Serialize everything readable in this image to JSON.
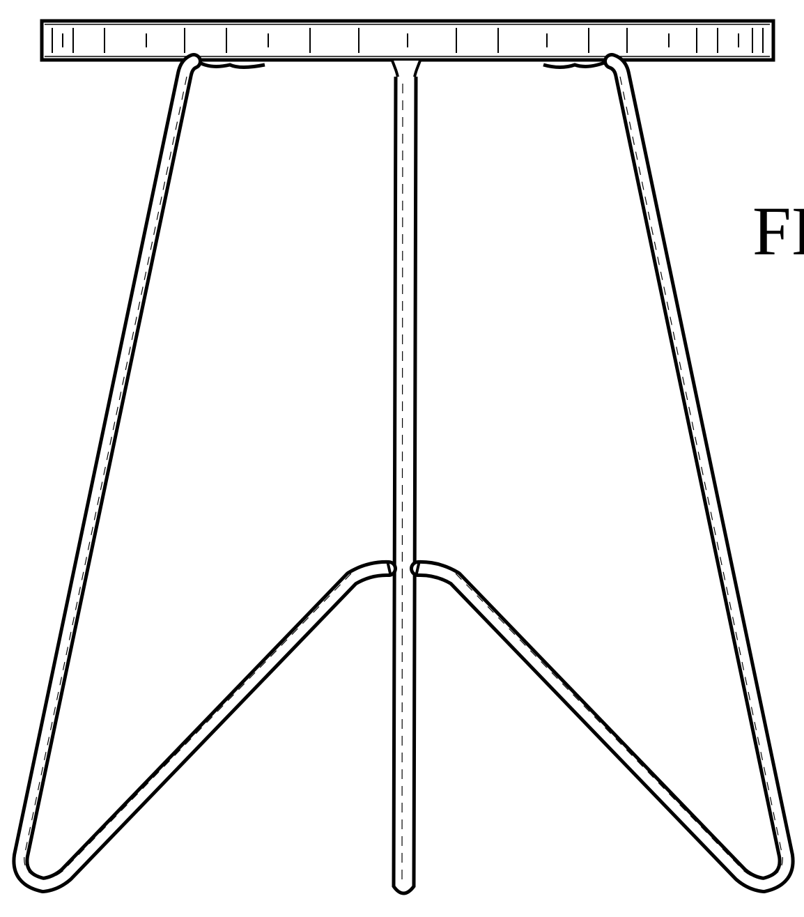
{
  "figure": {
    "label": "FI",
    "stroke_color": "#000000",
    "fill_color": "#ffffff"
  },
  "parts": {
    "seat": "seat-top",
    "center_rod": "center-rod",
    "left_leg": "left-wire-leg",
    "right_leg": "right-wire-leg"
  }
}
